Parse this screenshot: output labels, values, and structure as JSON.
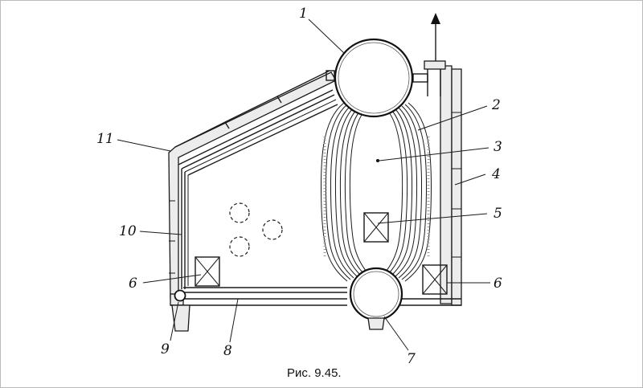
{
  "caption": "Рис. 9.45.",
  "labels": {
    "l1": "1",
    "l2": "2",
    "l3": "3",
    "l4": "4",
    "l5": "5",
    "l6a": "6",
    "l6b": "6",
    "l7": "7",
    "l8": "8",
    "l9": "9",
    "l10": "10",
    "l11": "11"
  },
  "icons": {
    "flue_arrow": "up-arrow-icon"
  }
}
